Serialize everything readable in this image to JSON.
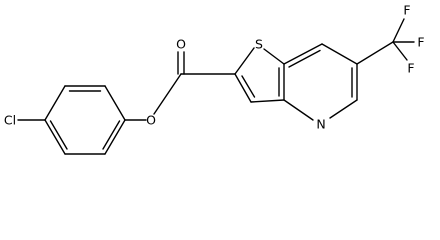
{
  "molecule": {
    "atoms": {
      "chlorine": "Cl",
      "ester_oxygen": "O",
      "carbonyl_oxygen": "O",
      "sulfur": "S",
      "nitrogen": "N",
      "fluorine_1": "F",
      "fluorine_2": "F",
      "fluorine_3": "F"
    }
  }
}
